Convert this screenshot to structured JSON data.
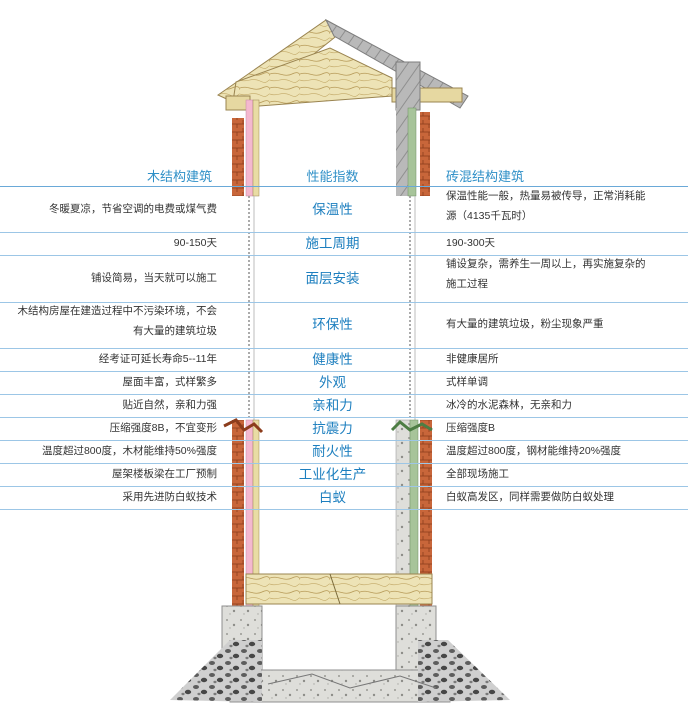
{
  "headers": {
    "wood": "木结构建筑",
    "index": "性能指数",
    "brick": "砖混结构建筑"
  },
  "rows": [
    {
      "height": 45,
      "wood": [
        "冬暖夏凉，节省空调的电费或煤气费"
      ],
      "index": "保温性",
      "brick": [
        "保温性能一般，热量易被传导，正常消耗能",
        "源（4135千瓦时）"
      ]
    },
    {
      "height": 23,
      "wood": [
        "90-150天"
      ],
      "index": "施工周期",
      "brick": [
        "190-300天"
      ]
    },
    {
      "height": 47,
      "wood": [
        "铺设简易，当天就可以施工"
      ],
      "index": "面层安装",
      "brick": [
        "铺设复杂，需养生一周以上，再实施复杂的",
        "施工过程"
      ]
    },
    {
      "height": 46,
      "wood": [
        "木结构房屋在建造过程中不污染环境，不会",
        "有大量的建筑垃圾"
      ],
      "index": "环保性",
      "brick": [
        "有大量的建筑垃圾，粉尘现象严重"
      ]
    },
    {
      "height": 23,
      "wood": [
        "经考证可延长寿命5--11年"
      ],
      "index": "健康性",
      "brick": [
        "非健康居所"
      ]
    },
    {
      "height": 23,
      "wood": [
        "屋面丰富，式样繁多"
      ],
      "index": "外观",
      "brick": [
        "式样单调"
      ]
    },
    {
      "height": 23,
      "wood": [
        "贴近自然，亲和力强"
      ],
      "index": "亲和力",
      "brick": [
        "冰冷的水泥森林，无亲和力"
      ]
    },
    {
      "height": 23,
      "wood": [
        "压缩强度8B，不宜变形"
      ],
      "index": "抗震力",
      "brick": [
        "压缩强度B"
      ]
    },
    {
      "height": 23,
      "wood": [
        "温度超过800度，木材能维持50%强度"
      ],
      "index": "耐火性",
      "brick": [
        "温度超过800度，钢材能维持20%强度"
      ]
    },
    {
      "height": 23,
      "wood": [
        "屋架楼板梁在工厂预制"
      ],
      "index": "工业化生产",
      "brick": [
        "全部现场施工"
      ]
    },
    {
      "height": 23,
      "wood": [
        "采用先进防白蚁技术"
      ],
      "index": "白蚁",
      "brick": [
        "白蚁高发区，同样需要做防白蚁处理"
      ]
    }
  ],
  "colors": {
    "accent_blue": "#1d7fbf",
    "rule_blue": "#9cc6e6",
    "wood": "#ece2b4",
    "brick": "#c86b3f",
    "pink": "#f4b8cf",
    "concrete": "#dcdcd6",
    "gravel": "#bfbfbf",
    "green_frame": "#a7c49a",
    "roof_gray": "#a9a9a9"
  }
}
